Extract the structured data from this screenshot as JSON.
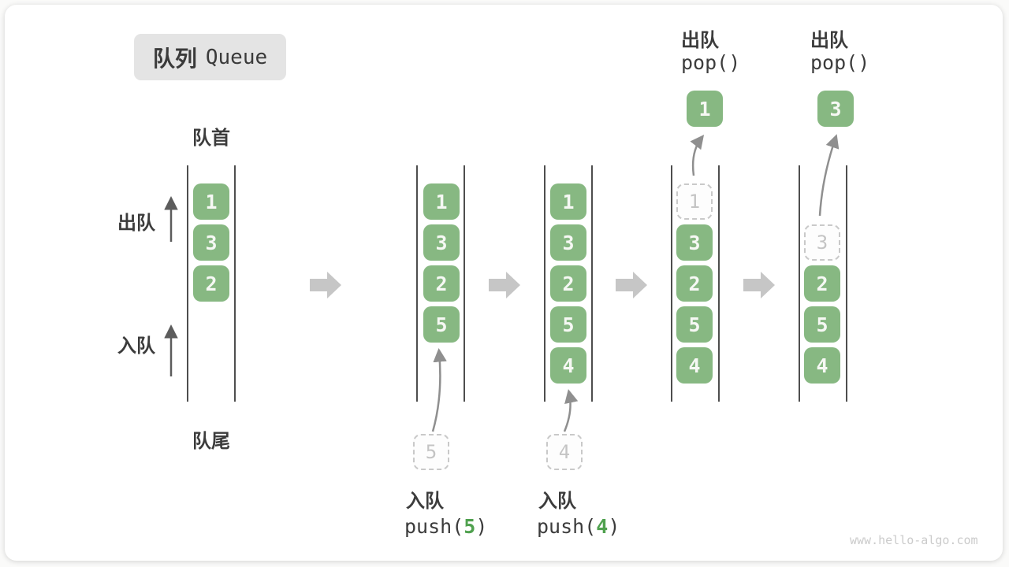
{
  "title": {
    "zh": "队列",
    "en": "Queue"
  },
  "side_labels": {
    "front": "队首",
    "rear": "队尾",
    "dequeue": "出队",
    "enqueue": "入队"
  },
  "operations": {
    "push5": {
      "label": "入队",
      "code_pre": "push(",
      "arg": "5",
      "code_post": ")"
    },
    "push4": {
      "label": "入队",
      "code_pre": "push(",
      "arg": "4",
      "code_post": ")"
    },
    "pop1": {
      "label": "出队",
      "code": "pop()"
    },
    "pop2": {
      "label": "出队",
      "code": "pop()"
    }
  },
  "queues": {
    "q1": {
      "cells": [
        "1",
        "3",
        "2"
      ]
    },
    "q2": {
      "cells": [
        "1",
        "3",
        "2",
        "5"
      ],
      "incoming": "5"
    },
    "q3": {
      "cells": [
        "1",
        "3",
        "2",
        "5",
        "4"
      ],
      "incoming": "4"
    },
    "q4": {
      "popped": "1",
      "ghost": "1",
      "cells": [
        "3",
        "2",
        "5",
        "4"
      ]
    },
    "q5": {
      "popped": "3",
      "ghost": "3",
      "cells": [
        "2",
        "5",
        "4"
      ]
    }
  },
  "watermark": "www.hello-algo.com",
  "colors": {
    "cell_green": "#87b882",
    "cell_text": "#f6f8f4",
    "code_green": "#50a14f",
    "wall_gray": "#4e4e4e",
    "block_arrow_gray": "#c6c6c6",
    "thin_arrow_gray": "#8f8f8f",
    "side_arrow_gray": "#5c5c5c",
    "ghost_border": "#c9c9c9",
    "ghost_text": "#c4c4c4",
    "title_bg": "#e4e4e4",
    "text_dark": "#3b3b3b",
    "watermark_gray": "#cbcbcb"
  }
}
